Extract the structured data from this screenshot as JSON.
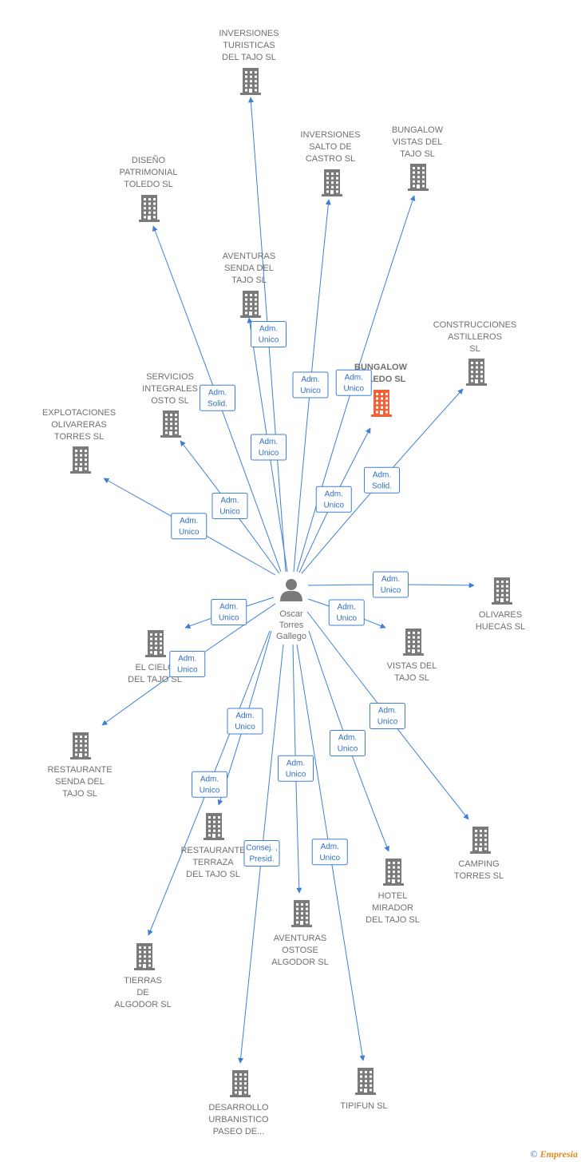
{
  "center": {
    "id": "p",
    "lines": [
      "Oscar",
      "Torres",
      "Gallego"
    ]
  },
  "nodes": [
    {
      "id": "n1",
      "lines": [
        "INVERSIONES",
        "TURISTICAS",
        "DEL TAJO  SL"
      ],
      "highlight": false
    },
    {
      "id": "n2",
      "lines": [
        "INVERSIONES",
        "SALTO DE",
        "CASTRO  SL"
      ],
      "highlight": false
    },
    {
      "id": "n3",
      "lines": [
        "BUNGALOW",
        "VISTAS DEL",
        "TAJO  SL"
      ],
      "highlight": false
    },
    {
      "id": "n4",
      "lines": [
        "DISEÑO",
        "PATRIMONIAL",
        "TOLEDO SL"
      ],
      "highlight": false
    },
    {
      "id": "n5",
      "lines": [
        "AVENTURAS",
        "SENDA DEL",
        "TAJO  SL"
      ],
      "highlight": false
    },
    {
      "id": "n6",
      "lines": [
        "CONSTRUCCIONES",
        "ASTILLEROS",
        "SL"
      ],
      "highlight": false
    },
    {
      "id": "n7",
      "lines": [
        "BUNGALOW",
        "TOLEDO  SL"
      ],
      "highlight": true
    },
    {
      "id": "n8",
      "lines": [
        "SERVICIOS",
        "INTEGRALES",
        "OSTO  SL"
      ],
      "highlight": false
    },
    {
      "id": "n9",
      "lines": [
        "EXPLOTACIONES",
        "OLIVARERAS",
        "TORRES  SL"
      ],
      "highlight": false
    },
    {
      "id": "n10",
      "lines": [
        "OLIVARES",
        "HUECAS  SL"
      ],
      "highlight": false
    },
    {
      "id": "n11",
      "lines": [
        "EL CIELO",
        "DEL TAJO  SL"
      ],
      "highlight": false
    },
    {
      "id": "n12",
      "lines": [
        "VISTAS DEL",
        "TAJO  SL"
      ],
      "highlight": false
    },
    {
      "id": "n13",
      "lines": [
        "RESTAURANTE",
        "SENDA DEL",
        "TAJO  SL"
      ],
      "highlight": false
    },
    {
      "id": "n14",
      "lines": [
        "CAMPING",
        "TORRES  SL"
      ],
      "highlight": false
    },
    {
      "id": "n15",
      "lines": [
        "RESTAURANTE",
        "TERRAZA",
        "DEL TAJO  SL"
      ],
      "highlight": false
    },
    {
      "id": "n16",
      "lines": [
        "HOTEL",
        "MIRADOR",
        "DEL TAJO  SL"
      ],
      "highlight": false
    },
    {
      "id": "n17",
      "lines": [
        "AVENTURAS",
        "OSTOSE",
        "ALGODOR  SL"
      ],
      "highlight": false
    },
    {
      "id": "n18",
      "lines": [
        "TIERRAS",
        "DE",
        "ALGODOR  SL"
      ],
      "highlight": false
    },
    {
      "id": "n19",
      "lines": [
        "DESARROLLO",
        "URBANISTICO",
        "PASEO DE..."
      ],
      "highlight": false
    },
    {
      "id": "n20",
      "lines": [
        "TIPIFUN  SL"
      ],
      "highlight": false
    }
  ],
  "edges": [
    {
      "to": "n1",
      "lines": [
        "Adm.",
        "Unico"
      ]
    },
    {
      "to": "n2",
      "lines": [
        "Adm.",
        "Unico"
      ]
    },
    {
      "to": "n3",
      "lines": [
        "Adm.",
        "Unico"
      ]
    },
    {
      "to": "n4",
      "lines": [
        "Adm.",
        "Solid."
      ]
    },
    {
      "to": "n5",
      "lines": [
        "Adm.",
        "Unico"
      ]
    },
    {
      "to": "n6",
      "lines": [
        "Adm.",
        "Solid."
      ]
    },
    {
      "to": "n7",
      "lines": [
        "Adm.",
        "Unico"
      ]
    },
    {
      "to": "n8",
      "lines": [
        "Adm.",
        "Unico"
      ]
    },
    {
      "to": "n9",
      "lines": [
        "Adm.",
        "Unico"
      ]
    },
    {
      "to": "n10",
      "lines": [
        "Adm.",
        "Unico"
      ]
    },
    {
      "to": "n11",
      "lines": [
        "Adm.",
        "Unico"
      ]
    },
    {
      "to": "n12",
      "lines": [
        "Adm.",
        "Unico"
      ]
    },
    {
      "to": "n13",
      "lines": [
        "Adm.",
        "Unico"
      ]
    },
    {
      "to": "n14",
      "lines": [
        "Adm.",
        "Unico"
      ]
    },
    {
      "to": "n15",
      "lines": [
        "Adm.",
        "Unico"
      ]
    },
    {
      "to": "n16",
      "lines": [
        "Adm.",
        "Unico"
      ]
    },
    {
      "to": "n17",
      "lines": [
        "Adm.",
        "Unico"
      ]
    },
    {
      "to": "n18",
      "lines": [
        "Adm.",
        "Unico"
      ]
    },
    {
      "to": "n19",
      "lines": [
        "Consej. ,",
        "Presid."
      ]
    },
    {
      "to": "n20",
      "lines": [
        "Adm.",
        "Unico"
      ]
    }
  ],
  "colors": {
    "edge": "#3d7fd6",
    "building": "#7a7a7a",
    "highlight": "#f0623a",
    "label": "#6f6f6f"
  },
  "footer": {
    "symbol": "©",
    "brand": "Empresia"
  }
}
